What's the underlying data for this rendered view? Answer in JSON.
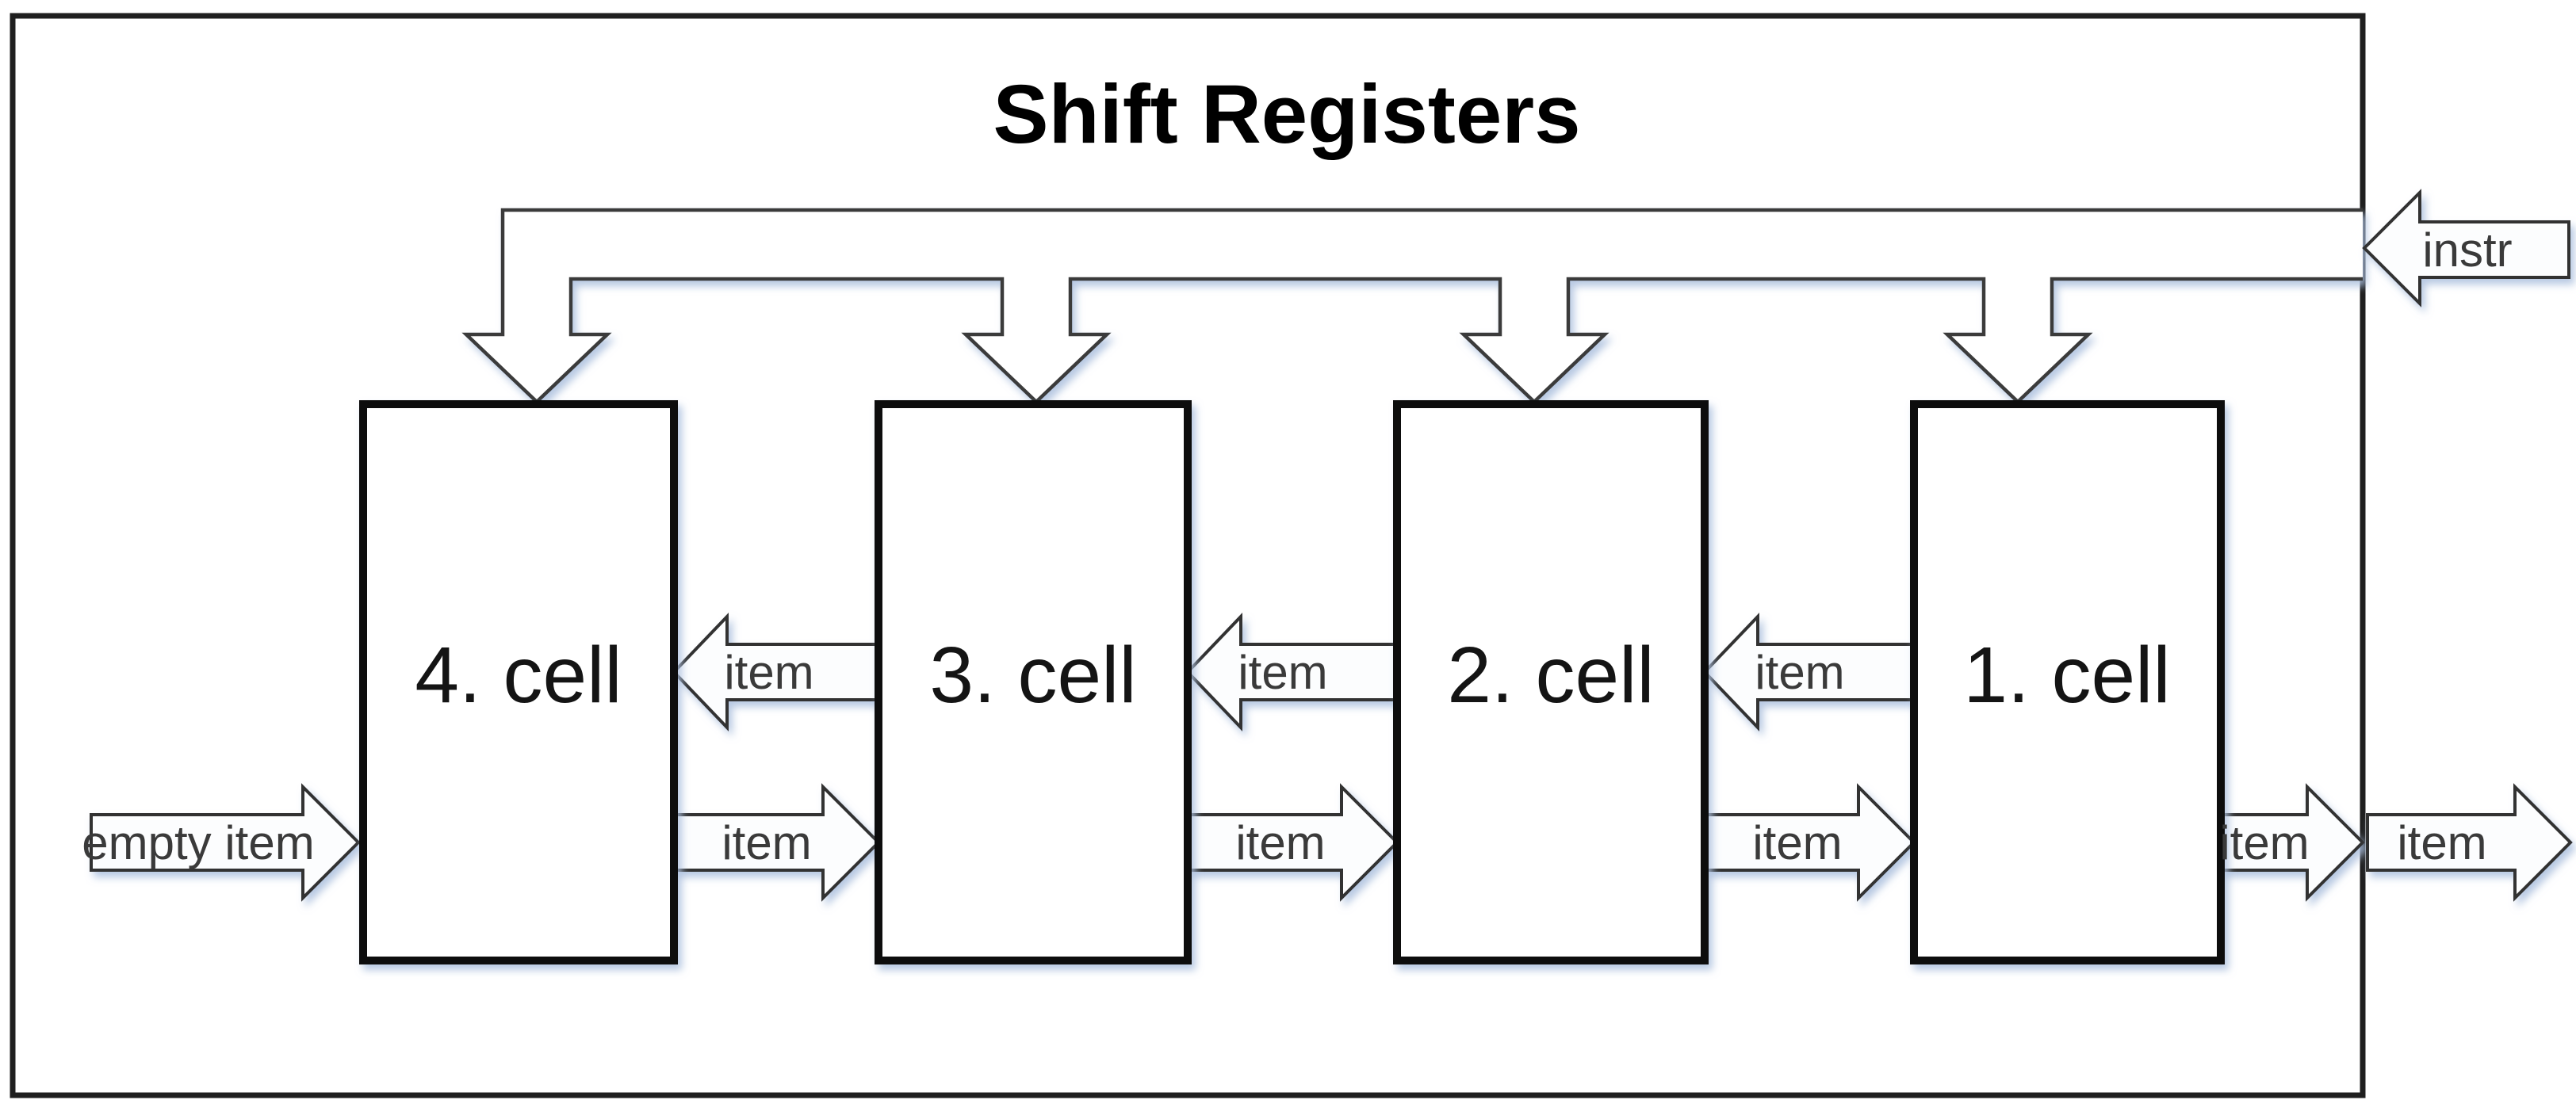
{
  "colors": {
    "bg": "#ffffff",
    "ink": "#000000",
    "box_border": "#1f1f1f",
    "cell_border": "#0d0d0d",
    "arrow_stroke": "#333333",
    "channel_stroke": "#3a3a3a",
    "label_text": "#3a3a3a",
    "cell_text": "#141414",
    "shadow": "#aabfdd"
  },
  "diagram": {
    "title": "Shift Registers",
    "cells": [
      {
        "name": "cell-4",
        "label": "4. cell"
      },
      {
        "name": "cell-3",
        "label": "3. cell"
      },
      {
        "name": "cell-2",
        "label": "2. cell"
      },
      {
        "name": "cell-1",
        "label": "1. cell"
      }
    ],
    "flows": {
      "instr_in": {
        "label": "instr",
        "direction": "left"
      },
      "empty_item_in": {
        "label": "empty item",
        "direction": "right"
      },
      "item_3_to_4": {
        "label": "item",
        "direction": "left"
      },
      "item_2_to_3": {
        "label": "item",
        "direction": "left"
      },
      "item_1_to_2": {
        "label": "item",
        "direction": "left"
      },
      "item_4_to_3": {
        "label": "item",
        "direction": "right"
      },
      "item_3_to_2": {
        "label": "item",
        "direction": "right"
      },
      "item_2_to_1": {
        "label": "item",
        "direction": "right"
      },
      "item_1_out": {
        "label": "item",
        "direction": "right"
      },
      "item_out": {
        "label": "item",
        "direction": "right"
      }
    }
  }
}
